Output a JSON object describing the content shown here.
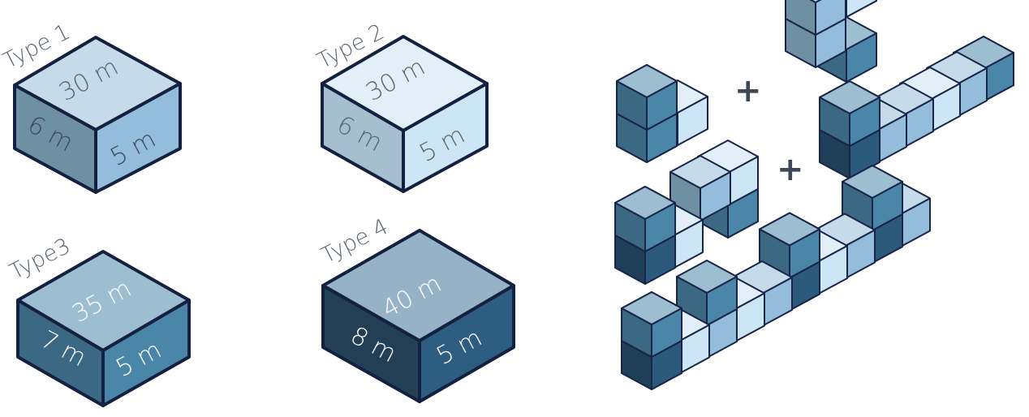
{
  "colors": {
    "outline": "#14203f",
    "label_dark": "#5a6470",
    "label_light": "#ffffff",
    "plus": "#3c4858"
  },
  "types": [
    {
      "name": "Type 1",
      "top": "30 m",
      "left": "6 m",
      "right": "5 m",
      "colors": {
        "top": "#c5dbea",
        "left": "#6f8fa3",
        "right": "#94bddc"
      }
    },
    {
      "name": "Type 2",
      "top": "30 m",
      "left": "6 m",
      "right": "5 m",
      "colors": {
        "top": "#e2eff9",
        "left": "#a5bfcf",
        "right": "#cde6f5"
      }
    },
    {
      "name": "Type3",
      "top": "35 m",
      "left": "7 m",
      "right": "5 m",
      "colors": {
        "top": "#9dbdd0",
        "left": "#3b6883",
        "right": "#4a86a8"
      }
    },
    {
      "name": "Type 4",
      "top": "40 m",
      "left": "8 m",
      "right": "5 m",
      "colors": {
        "top": "#96b2c6",
        "left": "#223f56",
        "right": "#2d5d80"
      }
    }
  ],
  "operators": {
    "plus_top": "+",
    "plus_mid": "+"
  },
  "cube_palettes": [
    [
      "#c5dbea",
      "#6f8fa3",
      "#94bddc"
    ],
    [
      "#e2eff9",
      "#a5bfcf",
      "#cde6f5"
    ],
    [
      "#9dbdd0",
      "#3b6883",
      "#4a86a8"
    ],
    [
      "#3a6585",
      "#1f3f58",
      "#2b5a7c"
    ]
  ],
  "assemblies": [
    {
      "cubes": [
        [
          1,
          0,
          0,
          0
        ],
        [
          0,
          0,
          0,
          1
        ],
        [
          0,
          0,
          1,
          1
        ],
        [
          3,
          0,
          0,
          2
        ],
        [
          3,
          1,
          0,
          2
        ]
      ]
    },
    {
      "cubes": [
        [
          1,
          0,
          0,
          0
        ],
        [
          2,
          0,
          1,
          0
        ],
        [
          3,
          0,
          1,
          2
        ],
        [
          2,
          0,
          0,
          0
        ],
        [
          2,
          0,
          1,
          1
        ],
        [
          2,
          0,
          2,
          1
        ]
      ]
    },
    {
      "cubes": [
        [
          1,
          0,
          0,
          0
        ],
        [
          0,
          0,
          1,
          0
        ],
        [
          0,
          0,
          2,
          0
        ],
        [
          0,
          0,
          3,
          1
        ],
        [
          0,
          0,
          4,
          0
        ],
        [
          0,
          0,
          5,
          2
        ],
        [
          0,
          0,
          5,
          2
        ],
        [
          3,
          0,
          0,
          3
        ],
        [
          3,
          1,
          0,
          2
        ]
      ]
    },
    {
      "cubes": [
        [
          1,
          0,
          0,
          0
        ],
        [
          0,
          0,
          1,
          1
        ],
        [
          1,
          0,
          2,
          0
        ],
        [
          1,
          0,
          3,
          1
        ],
        [
          0,
          0,
          3,
          2
        ],
        [
          3,
          0,
          0,
          3
        ],
        [
          3,
          1,
          0,
          2
        ]
      ]
    },
    {
      "cubes": [
        [
          1,
          0,
          0,
          0
        ],
        [
          0,
          0,
          1,
          1
        ],
        [
          0,
          0,
          2,
          0
        ],
        [
          1,
          0,
          2,
          2
        ],
        [
          0,
          0,
          3,
          1
        ],
        [
          0,
          0,
          4,
          0
        ],
        [
          1,
          0,
          5,
          1
        ],
        [
          0,
          0,
          5,
          2
        ],
        [
          0,
          0,
          6,
          1
        ],
        [
          0,
          0,
          7,
          0
        ],
        [
          1,
          0,
          8,
          2
        ],
        [
          0,
          0,
          8,
          1
        ],
        [
          0,
          0,
          9,
          0
        ],
        [
          3,
          0,
          0,
          3
        ],
        [
          3,
          1,
          0,
          2
        ],
        [
          3,
          0,
          5,
          3
        ],
        [
          3,
          1,
          5,
          2
        ],
        [
          3,
          0,
          8,
          3
        ],
        [
          3,
          1,
          8,
          2
        ]
      ]
    }
  ]
}
